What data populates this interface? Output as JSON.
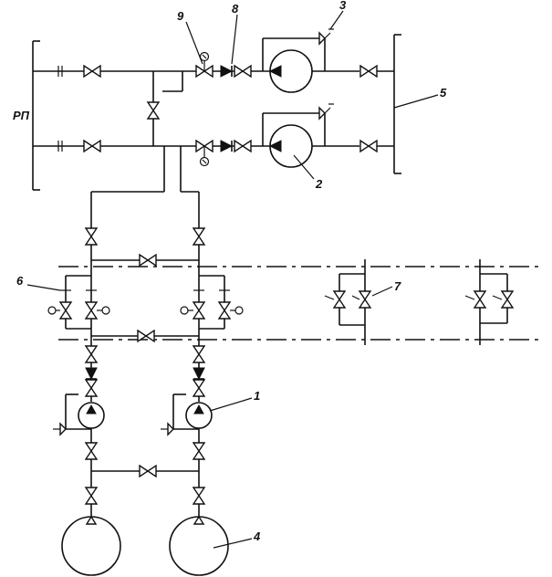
{
  "diagram": {
    "manifold_label": "РП",
    "callouts": {
      "c1": "1",
      "c2": "2",
      "c3": "3",
      "c4": "4",
      "c5": "5",
      "c6": "6",
      "c7": "7",
      "c8": "8",
      "c9": "9"
    },
    "line_color": "#111111",
    "background": "#ffffff"
  }
}
